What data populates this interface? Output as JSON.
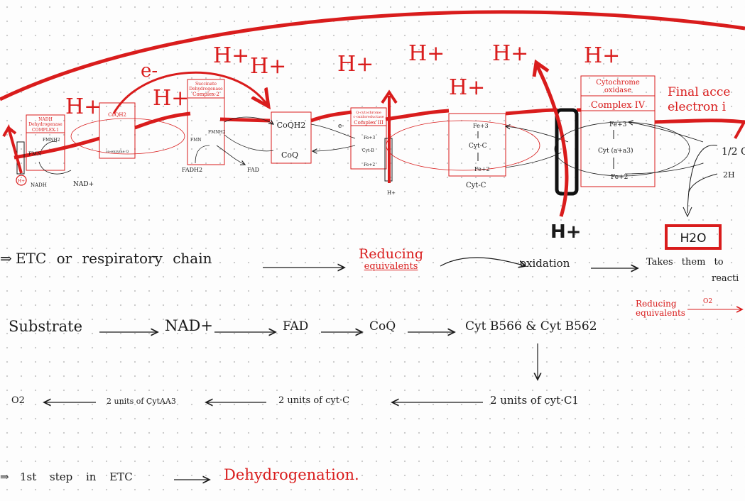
{
  "diagram": {
    "electron_label": "e-",
    "h_plus": "H+",
    "complex1": {
      "title_line1": "NADH",
      "title_line2": "Dehydrogenase",
      "title_line3": "COMPLEX-1",
      "fmnh2": "FMNH2",
      "fmn": "FMN",
      "nadh": "NADH",
      "nad": "NAD+"
    },
    "coq_box": {
      "top": "CoQH2",
      "bottom": "co-enzyme Q"
    },
    "complex2": {
      "title_line1": "Succinate",
      "title_line2": "Dehydrogenase",
      "title_line3": "Complex-2",
      "fmnh2": "FMNH2",
      "fmn": "FMN",
      "fadh2": "FADH2",
      "fad": "FAD"
    },
    "coq_cycle": {
      "reduced": "CoQH2",
      "oxidized": "CoQ",
      "electron": "e-"
    },
    "complex3": {
      "title_line1": "Q-cytochrome",
      "title_line2": "c-oxidoreductase",
      "title_line3": "Complex III",
      "fe_top": "Fe+3",
      "cyt_b": "Cyt-B",
      "fe_bottom": "Fe+2",
      "h_label": "H+"
    },
    "cytc": {
      "fe_top": "Fe+3",
      "middle": "Cyt-C",
      "fe_bottom": "Fe+2",
      "label": "Cyt-C"
    },
    "complex4": {
      "title_line1": "Cytochrome",
      "title_line2": "oxidase",
      "title_line3": "Complex IV",
      "fe_top": "Fe+3",
      "middle": "Cyt (a+a3)",
      "fe_bottom": "Fe+2"
    },
    "big_h": "H+",
    "final_acceptor_line1": "Final acce",
    "final_acceptor_line2": "electron i",
    "half_o2": "1/2 O",
    "two_h": "2H",
    "water": "H2O"
  },
  "notes": {
    "line1": {
      "arrow_marker": "⇒",
      "a": "ETC or respiratory chain",
      "b_line1": "Reducing",
      "b_line2": "equivalents",
      "c": "oxidation",
      "d": "Takes them to",
      "e": "reacti"
    },
    "side_note": {
      "line1": "Reducing",
      "line2": "equivalents",
      "o2": "O2"
    },
    "line2": {
      "substrate": "Substrate",
      "nad": "NAD+",
      "fad": "FAD",
      "coq": "CoQ",
      "cyt": "Cyt B566 & Cyt B562"
    },
    "line3": {
      "o2": "O2",
      "cytaa3": "2 units of CytAA3",
      "cytc": "2 units of cyt·C",
      "cytc1": "2 units of cyt·C1"
    },
    "line4": {
      "arrow_marker": "⇒",
      "a": "1st step in ETC",
      "b": "Dehydrogenation."
    }
  }
}
